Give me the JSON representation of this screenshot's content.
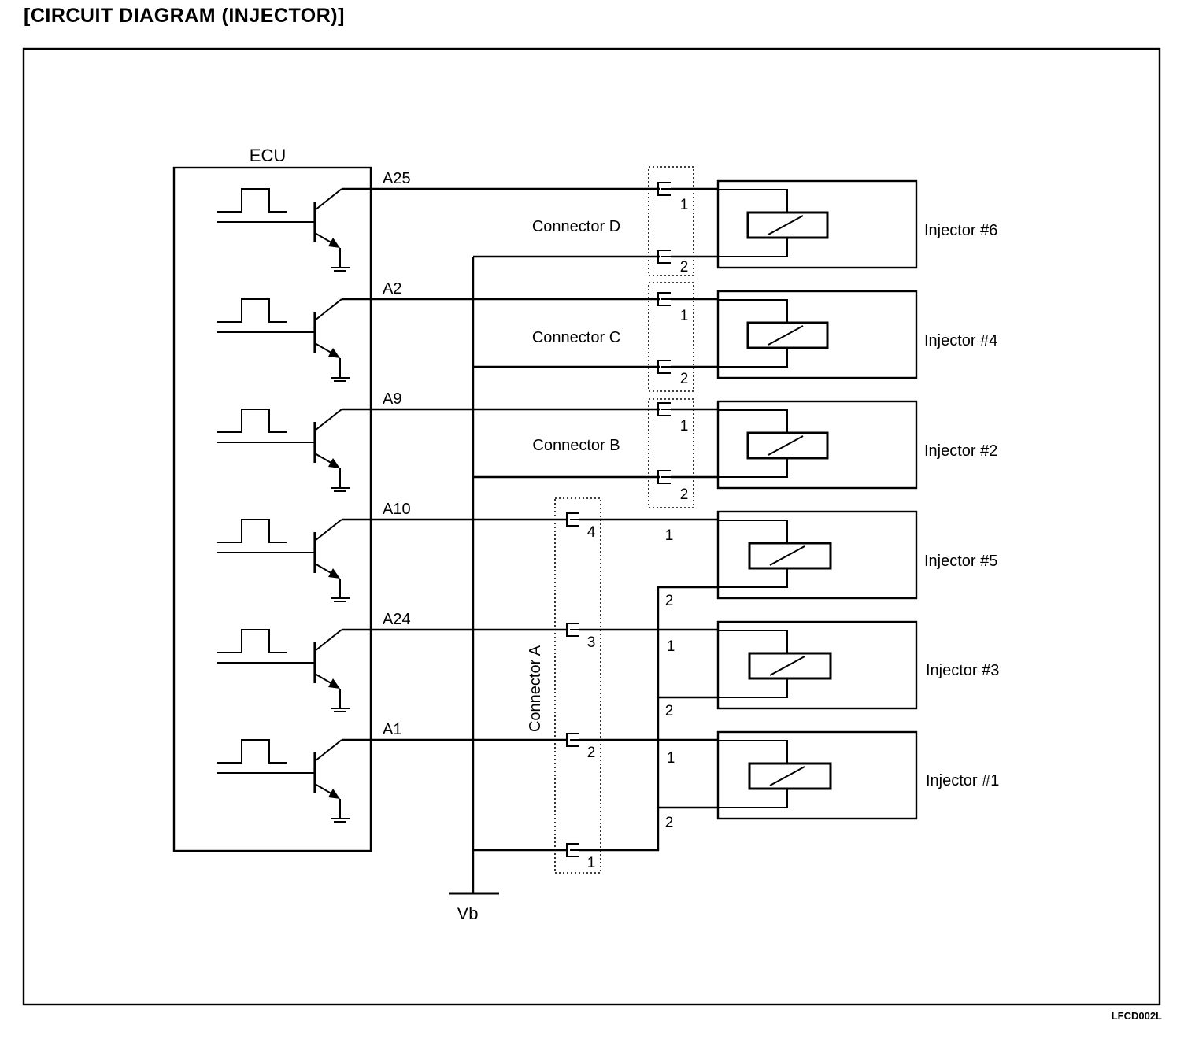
{
  "title": "[CIRCUIT DIAGRAM (INJECTOR)]",
  "figure_id": "LFCD002L",
  "ecu_label": "ECU",
  "supply_label": "Vb",
  "ecu_pins": [
    "A25",
    "A2",
    "A9",
    "A10",
    "A24",
    "A1"
  ],
  "injectors": [
    "Injector #6",
    "Injector #4",
    "Injector #2",
    "Injector #5",
    "Injector #3",
    "Injector #1"
  ],
  "connectors": {
    "d": {
      "label": "Connector D",
      "pins": [
        "1",
        "2"
      ]
    },
    "c": {
      "label": "Connector C",
      "pins": [
        "1",
        "2"
      ]
    },
    "b": {
      "label": "Connector B",
      "pins": [
        "1",
        "2"
      ]
    },
    "a": {
      "label": "Connector A",
      "pins": [
        "4",
        "3",
        "2",
        "1"
      ]
    }
  },
  "injector_terminals": {
    "five": [
      "1",
      "2"
    ],
    "three": [
      "1",
      "2"
    ],
    "one": [
      "1",
      "2"
    ]
  }
}
